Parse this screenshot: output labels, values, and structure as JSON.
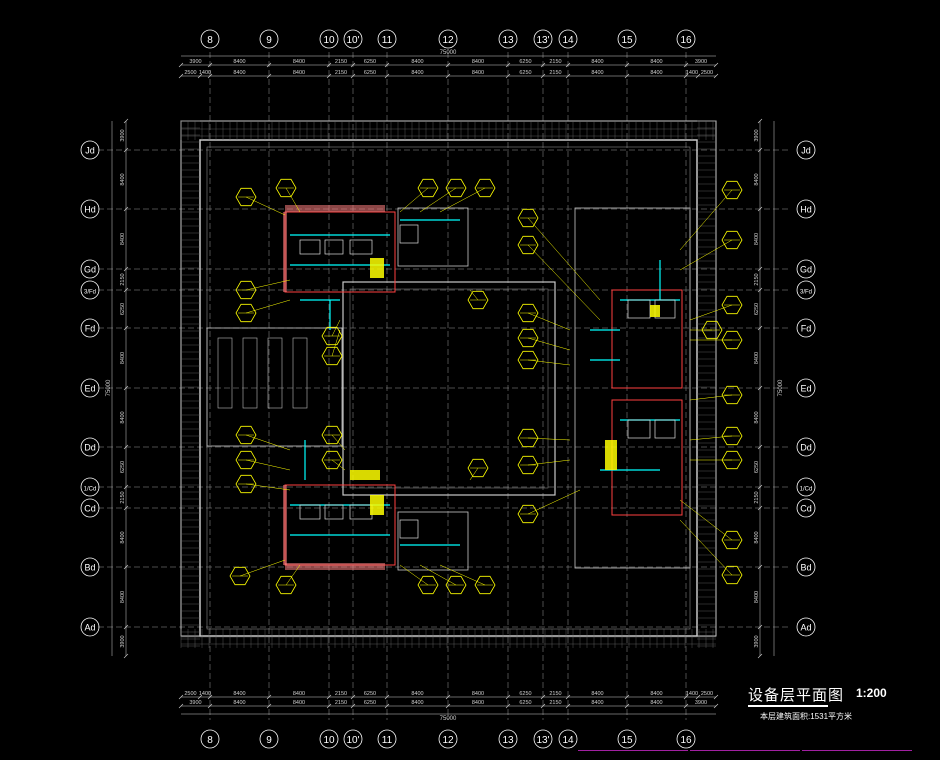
{
  "drawing": {
    "title": "设备层平面图",
    "scale": "1:200",
    "area_note": "本层建筑面积:1531平方米",
    "overall_dim": "75000"
  },
  "axes": {
    "columns": [
      "8",
      "9",
      "10",
      "10'",
      "11",
      "12",
      "13",
      "13'",
      "14",
      "15",
      "16"
    ],
    "rows": [
      "Jd",
      "Hd",
      "Gd",
      "3/Fd",
      "Fd",
      "Ed",
      "Dd",
      "1/Cd",
      "Cd",
      "Bd",
      "Ad"
    ]
  },
  "dims": {
    "top_outer": [
      "3900",
      "8400",
      "8400",
      "2150",
      "6250",
      "8400",
      "8400",
      "6250",
      "2150",
      "8400",
      "8400",
      "3900"
    ],
    "top_inner": [
      "2500",
      "1400",
      "8400",
      "8400",
      "2150",
      "6250",
      "8400",
      "8400",
      "6250",
      "2150",
      "8400",
      "8400",
      "1400",
      "2500"
    ],
    "side_outer": [
      "3900",
      "8400",
      "8400",
      "2150",
      "6250",
      "8400",
      "8400",
      "6250",
      "2150",
      "8400",
      "8400",
      "3900"
    ]
  },
  "colors": {
    "background": "#000000",
    "axis_bubble": "#ffffff",
    "dim_line": "#d0d0d0",
    "tag": "#ffff00",
    "duct": "#00ffff",
    "equipment": "#ff4040",
    "room_outline": "#c8c8c8",
    "highlight": "#ffff00",
    "wall_hatch": "#ff8080",
    "stamp": "#a020a0"
  }
}
